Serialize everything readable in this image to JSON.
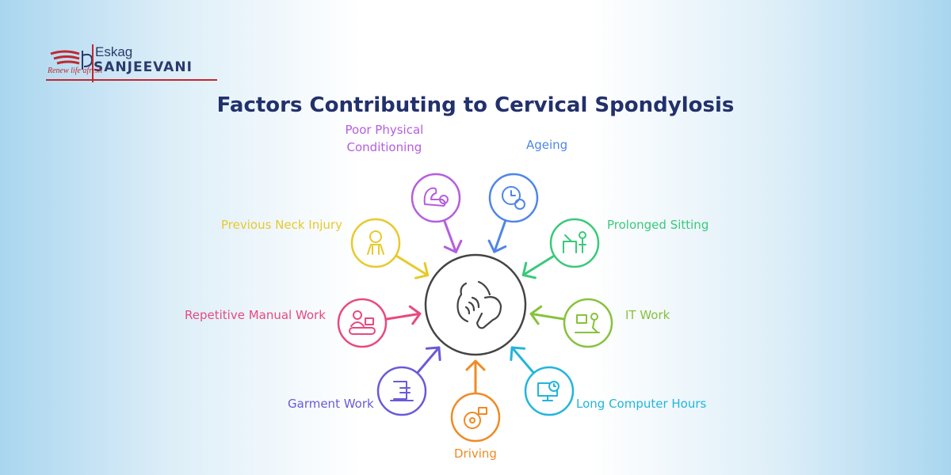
{
  "brand": {
    "name_top": "Eskag",
    "name_main": "SANJEEVANI",
    "tagline": "Renew life afresh",
    "color": "#c0282f"
  },
  "title": "Factors Contributing to Cervical Spondylosis",
  "center": {
    "icon": "neck-pain-icon",
    "color": "#444444"
  },
  "factors": [
    {
      "label": "Poor Physical\nConditioning",
      "color": "#b45ee0",
      "icon": "flexed-arm-icon"
    },
    {
      "label": "Ageing",
      "color": "#4f86e8",
      "icon": "clock-face-icon"
    },
    {
      "label": "Prolonged Sitting",
      "color": "#39c97a",
      "icon": "person-at-desk-icon"
    },
    {
      "label": "IT Work",
      "color": "#86c23c",
      "icon": "computer-worker-icon"
    },
    {
      "label": "Long Computer Hours",
      "color": "#22b5dc",
      "icon": "monitor-clock-icon"
    },
    {
      "label": "Driving",
      "color": "#f08a24",
      "icon": "steering-wheel-icon"
    },
    {
      "label": "Garment Work",
      "color": "#6a5ad7",
      "icon": "sewing-machine-icon"
    },
    {
      "label": "Repetitive Manual Work",
      "color": "#e8497f",
      "icon": "conveyor-worker-icon"
    },
    {
      "label": "Previous Neck Injury",
      "color": "#e8c92c",
      "icon": "injured-person-icon"
    }
  ]
}
